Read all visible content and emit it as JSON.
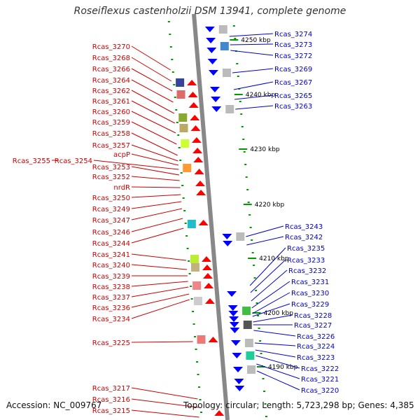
{
  "title": "Roseiflexus castenholzii DSM 13941, complete genome",
  "footer": {
    "accession": "Accession: NC_009767",
    "summary": "Topology: circular; Length: 5,723,298 bp; Genes: 4,385"
  },
  "scale_labels": [
    "4250 kbp",
    "4240 kbp",
    "4230 kbp",
    "4220 kbp",
    "4210 kbp",
    "4200 kbp",
    "4190 kbp"
  ],
  "left_genes": [
    "Rcas_3270",
    "Rcas_3268",
    "Rcas_3266",
    "Rcas_3264",
    "Rcas_3262",
    "Rcas_3261",
    "Rcas_3260",
    "Rcas_3259",
    "Rcas_3258",
    "Rcas_3257",
    "acpP",
    "Rcas_3255",
    "Rcas_3254",
    "Rcas_3253",
    "Rcas_3252",
    "nrdR",
    "Rcas_3250",
    "Rcas_3249",
    "Rcas_3247",
    "Rcas_3246",
    "Rcas_3244",
    "Rcas_3241",
    "Rcas_3240",
    "Rcas_3239",
    "Rcas_3238",
    "Rcas_3237",
    "Rcas_3236",
    "Rcas_3234",
    "Rcas_3225",
    "Rcas_3217",
    "Rcas_3216",
    "Rcas_3215"
  ],
  "right_genes": [
    "Rcas_3274",
    "Rcas_3273",
    "Rcas_3272",
    "Rcas_3269",
    "Rcas_3267",
    "Rcas_3265",
    "Rcas_3263",
    "Rcas_3243",
    "Rcas_3242",
    "Rcas_3235",
    "Rcas_3233",
    "Rcas_3232",
    "Rcas_3231",
    "Rcas_3230",
    "Rcas_3229",
    "Rcas_3228",
    "Rcas_3227",
    "Rcas_3226",
    "Rcas_3224",
    "Rcas_3223",
    "Rcas_3222",
    "Rcas_3221",
    "Rcas_3220"
  ],
  "colors": {
    "left_label": "#cc0000",
    "right_label": "#0000cc",
    "forward_gene": "#ff0000",
    "reverse_gene": "#0000ff",
    "backbone": "#888888",
    "scale_dot": "#009900"
  }
}
